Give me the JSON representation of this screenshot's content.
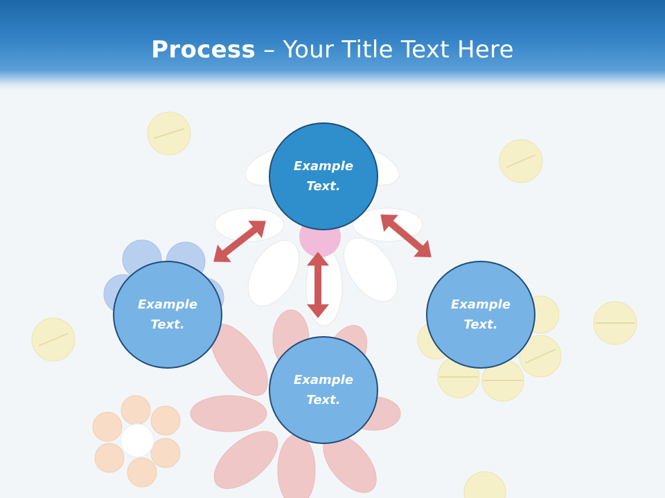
{
  "slide": {
    "title_bold": "Process",
    "title_rest": " – Your Title Text Here"
  },
  "nodes": {
    "top": {
      "line1": "Example",
      "line2": "Text."
    },
    "left": {
      "line1": "Example",
      "line2": "Text."
    },
    "right": {
      "line1": "Example",
      "line2": "Text."
    },
    "bottom": {
      "line1": "Example",
      "line2": "Text."
    }
  },
  "colors": {
    "header_blue": "#2b78bd",
    "node_dark": "#2e8fcc",
    "node_light": "#77b3e4",
    "node_border": "#1f4e79",
    "arrow_red": "#cd5a5a"
  }
}
